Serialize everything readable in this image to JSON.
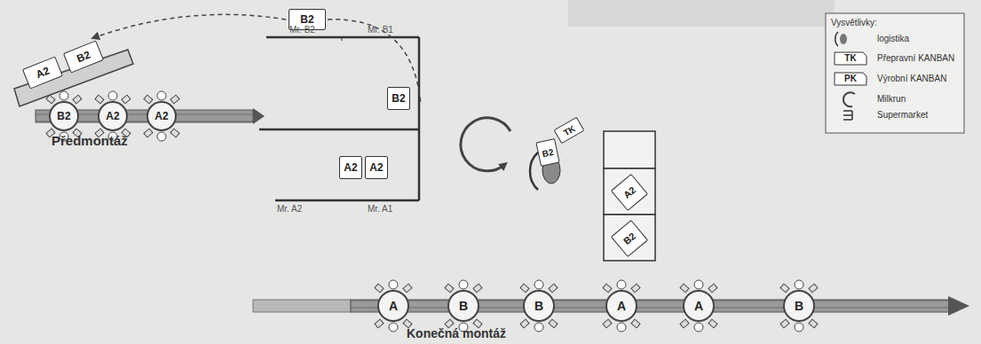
{
  "diagram": {
    "nodes": [
      {
        "text": [
          "A2"
        ]
      },
      {
        "text": [
          "B2"
        ]
      },
      {
        "text": [
          "B2"
        ]
      },
      {
        "text": [
          "B2"
        ]
      },
      {
        "text": [
          "A2"
        ]
      },
      {
        "text": [
          "A2"
        ]
      },
      {
        "text": [
          "B2"
        ]
      },
      {
        "text": [
          "A2"
        ]
      },
      {
        "text": [
          "A2"
        ]
      },
      {
        "text": [
          "TK"
        ]
      },
      {
        "text": [
          "B2"
        ]
      },
      {
        "text": [
          "A2"
        ]
      },
      {
        "text": [
          "B2"
        ]
      },
      {
        "text": [
          "A"
        ]
      },
      {
        "text": [
          "B"
        ]
      },
      {
        "text": [
          "B"
        ]
      },
      {
        "text": [
          "A"
        ]
      },
      {
        "text": [
          "A"
        ]
      },
      {
        "text": [
          "B"
        ]
      }
    ],
    "edges": [
      {
        "from": 2,
        "to": 1,
        "arrow": "to"
      }
    ],
    "labels": [
      "Předmontáž",
      "Mr. B2",
      "Mr. B1",
      "Mr. A2",
      "Mr. A1",
      "Konečná montáž",
      "Vysvětlivky:",
      "TK",
      "PK"
    ],
    "legend": [
      {
        "text": "logistika"
      },
      {
        "text": "Přepravní KANBAN"
      },
      {
        "text": "Výrobní KANBAN"
      },
      {
        "text": "Milkrun"
      },
      {
        "text": "Supermarket"
      }
    ]
  }
}
